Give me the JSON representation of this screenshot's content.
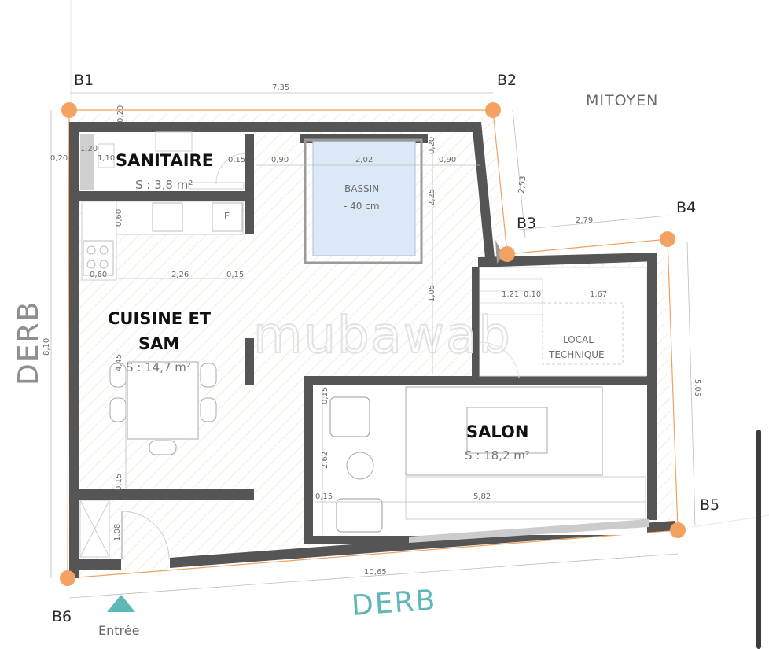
{
  "plan": {
    "corners": {
      "b1": "B1",
      "b2": "B2",
      "b3": "B3",
      "b4": "B4",
      "b5": "B5",
      "b6": "B6"
    },
    "streets": {
      "left": "DERB",
      "bottom": "DERB"
    },
    "neighbor": "MITOYEN",
    "entrance": "Entrée",
    "watermark": "mubawab",
    "colors": {
      "wall": "#555555",
      "boundary": "#f0a060",
      "corner": "#f4a261",
      "pool": "#dbe8f6",
      "entrance": "#5fb8b5",
      "hatch": "#f0e6d2"
    },
    "rooms": {
      "sanitaire": {
        "name": "SANITAIRE",
        "area": "S : 3,8 m²"
      },
      "cuisine": {
        "name_line1": "CUISINE ET",
        "name_line2": "SAM",
        "area": "S : 14,7 m²"
      },
      "bassin": {
        "name": "BASSIN",
        "depth": "- 40 cm"
      },
      "salon": {
        "name": "SALON",
        "area": "S : 18,2 m²"
      },
      "local": {
        "name_line1": "LOCAL",
        "name_line2": "TECHNIQUE"
      }
    },
    "kitchen_fridge": "F",
    "dims": {
      "b1_b2": "7,35",
      "b2_b3": "2,53",
      "b3_b4": "2,79",
      "b4_b5": "5,05",
      "b6_b5": "10,65",
      "b1_b6": "8,10",
      "top_wall_thk": "0,20",
      "left_wall_thk": "0,20",
      "san_pool_thk": "0,20",
      "san_w1": "1,20",
      "san_w2": "1,10",
      "san_w3": "0,15",
      "gap_090_a": "0,90",
      "pool_width": "2,02",
      "gap_090_b": "0,90",
      "pool_len": "2,25",
      "pool_below": "1,05",
      "kit_060_v": "0,60",
      "kit_060_h": "0,60",
      "kit_226": "2,26",
      "kit_015": "0,15",
      "kit_445": "4,45",
      "kit_015_v": "0,15",
      "ent_108": "1,08",
      "stair_121": "1,21",
      "stair_010": "0,10",
      "stair_167": "1,67",
      "salon_015_v": "0,15",
      "salon_262": "2,62",
      "salon_015_h": "0,15",
      "salon_582": "5,82"
    }
  }
}
